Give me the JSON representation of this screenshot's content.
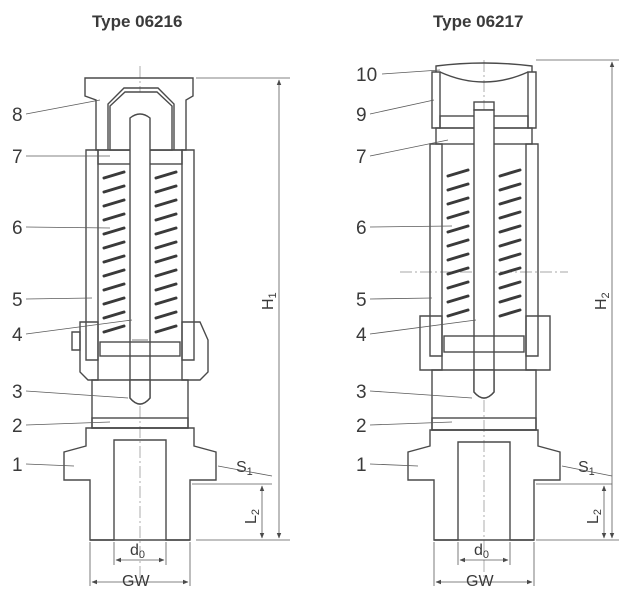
{
  "titles": {
    "left": "Type 06216",
    "right": "Type 06217"
  },
  "callouts_left": [
    "8",
    "7",
    "6",
    "5",
    "4",
    "3",
    "2",
    "1"
  ],
  "callouts_right": [
    "10",
    "9",
    "7",
    "6",
    "5",
    "4",
    "3",
    "2",
    "1"
  ],
  "dimensions": {
    "h1": "H1",
    "h2": "H2",
    "l2": "L2",
    "s1": "S1",
    "d0": "d0",
    "gw": "GW"
  },
  "colors": {
    "line": "#4a4a4a",
    "text": "#3a3a3a",
    "background": "#ffffff"
  }
}
